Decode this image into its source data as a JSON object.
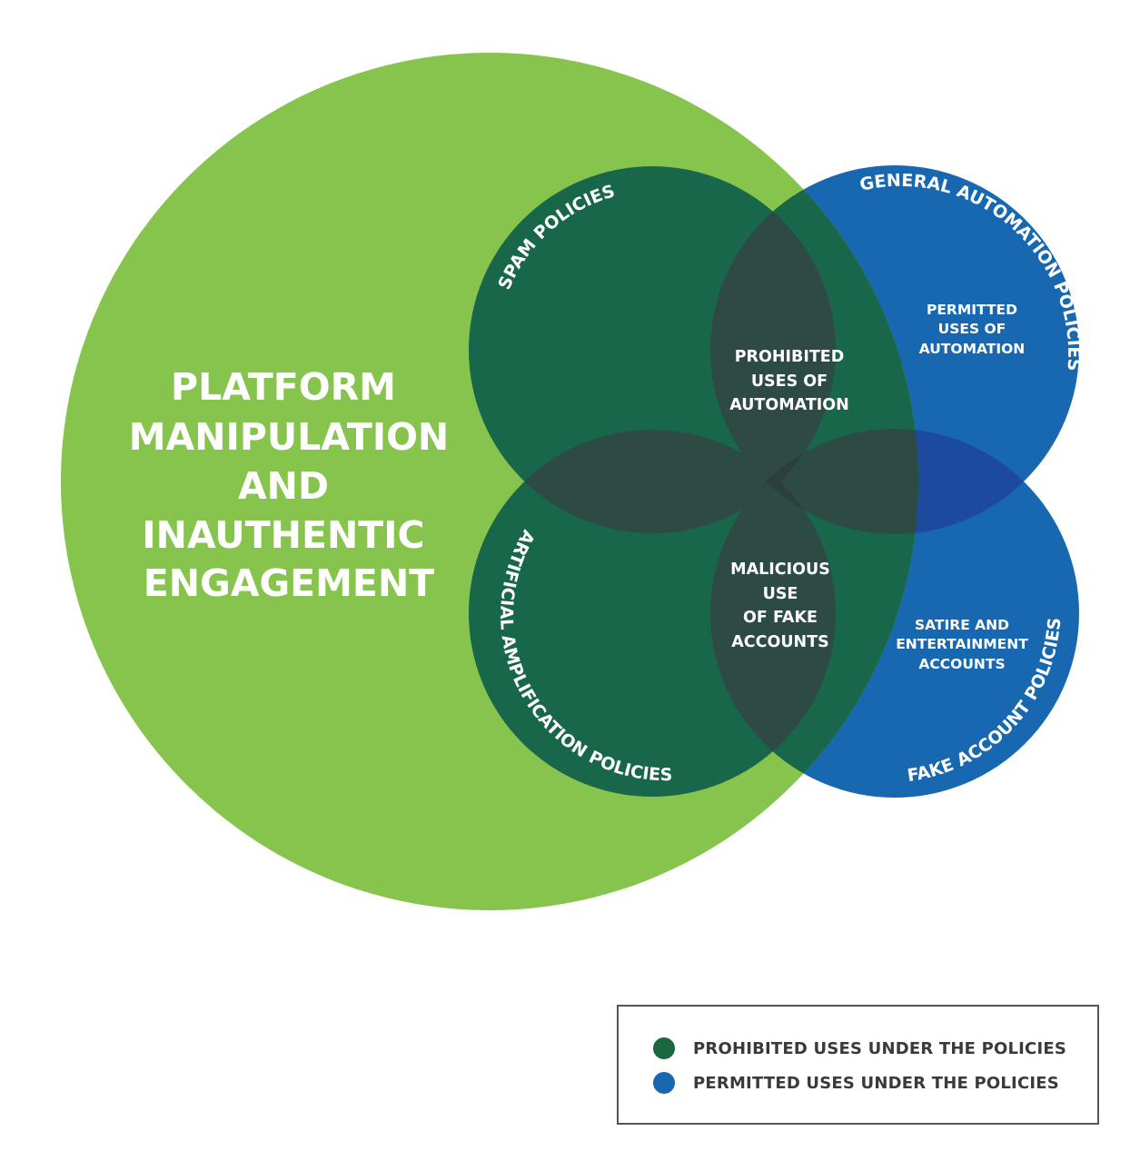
{
  "diagram": {
    "type": "venn",
    "main_set": {
      "label_lines": [
        "PLATFORM",
        "MANIPULATION",
        "AND",
        "INAUTHENTIC",
        "ENGAGEMENT"
      ],
      "color": "#86c44d"
    },
    "sets": [
      {
        "id": "spam",
        "label": "SPAM POLICIES",
        "category": "prohibited",
        "color": "#19674a"
      },
      {
        "id": "amplification",
        "label": "ARTIFICIAL AMPLIFICATION POLICIES",
        "category": "prohibited",
        "color": "#19674a"
      },
      {
        "id": "automation",
        "label": "GENERAL AUTOMATION POLICIES",
        "category": "permitted",
        "color": "#1768b1"
      },
      {
        "id": "fake",
        "label": "FAKE ACCOUNT POLICIES",
        "category": "permitted",
        "color": "#1768b1"
      }
    ],
    "regions": [
      {
        "id": "prohibited-automation",
        "lines": [
          "PROHIBITED",
          "USES OF",
          "AUTOMATION"
        ],
        "sets": [
          "spam",
          "automation"
        ]
      },
      {
        "id": "permitted-automation",
        "lines": [
          "PERMITTED",
          "USES OF",
          "AUTOMATION"
        ],
        "sets": [
          "automation"
        ]
      },
      {
        "id": "malicious-fake",
        "lines": [
          "MALICIOUS",
          "USE",
          "OF FAKE",
          "ACCOUNTS"
        ],
        "sets": [
          "amplification",
          "fake"
        ]
      },
      {
        "id": "satire",
        "lines": [
          "SATIRE AND",
          "ENTERTAINMENT",
          "ACCOUNTS"
        ],
        "sets": [
          "fake"
        ]
      }
    ],
    "overlap_colors": {
      "green_green": "#2e4a44",
      "blue_blue": "#1c4a9f"
    }
  },
  "legend": {
    "items": [
      {
        "label": "PROHIBITED USES UNDER THE POLICIES",
        "color": "#19673f"
      },
      {
        "label": "PERMITTED USES UNDER THE POLICIES",
        "color": "#1768b1"
      }
    ]
  }
}
